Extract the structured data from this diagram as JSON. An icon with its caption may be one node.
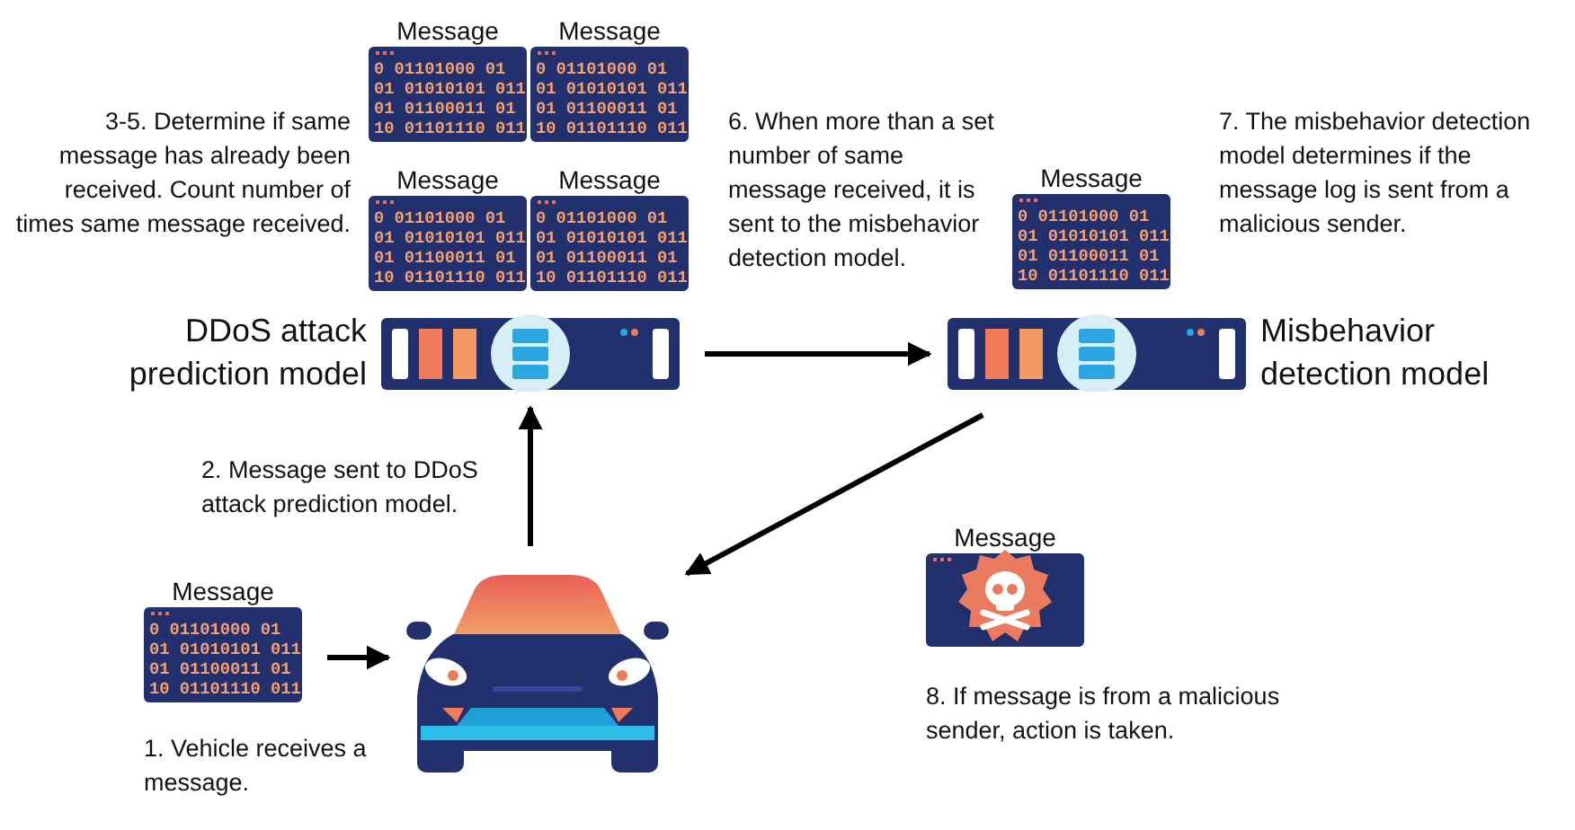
{
  "diagram": {
    "nodes": [
      {
        "text": [
          "Message",
          "0 01101000 01 01 01010101 011 01 01100011 01 10 01101110 011"
        ]
      },
      {
        "text": [
          "Message",
          "0 01101000 01 01 01010101 011 01 01100011 01 10 01101110 011"
        ]
      },
      {
        "text": [
          "Message",
          "0 01101000 01 01 01010101 011 01 01100011 01 10 01101110 011"
        ]
      },
      {
        "text": [
          "Message",
          "0 01101000 01 01 01010101 011 01 01100011 01 10 01101110 011"
        ]
      },
      {
        "text": [
          "Message",
          "0 01101000 01 01 01010101 011 01 01100011 01 10 01101110 011"
        ]
      },
      {
        "text": [
          "DDoS attack prediction model"
        ]
      },
      {
        "text": [
          "Misbehavior detection model"
        ]
      },
      {
        "text": [
          "Message"
        ]
      },
      {
        "text": [
          "Message",
          "0 01101000 01 01 01010101 011 01 01100011 01 10 01101110 011"
        ]
      },
      {
        "text": [],
        "shape": "picture"
      }
    ],
    "edges": [
      {
        "from": 8,
        "to": 9,
        "arrow": "to"
      },
      {
        "from": 9,
        "to": 5,
        "arrow": "to"
      },
      {
        "from": 5,
        "to": 6,
        "arrow": "to"
      },
      {
        "from": 6,
        "to": 9,
        "arrow": "to"
      }
    ],
    "labels": [
      "3-5. Determine if same message has already been received. Count number of times same message received.",
      "6. When more than a set number of same message received, it is sent to the misbehavior detection model.",
      "7. The misbehavior detection model determines if the message log is sent from a malicious sender.",
      "2. Message sent to DDoS attack prediction model.",
      "1. Vehicle receives a message.",
      "8. If message is from a malicious sender, action is taken."
    ]
  }
}
